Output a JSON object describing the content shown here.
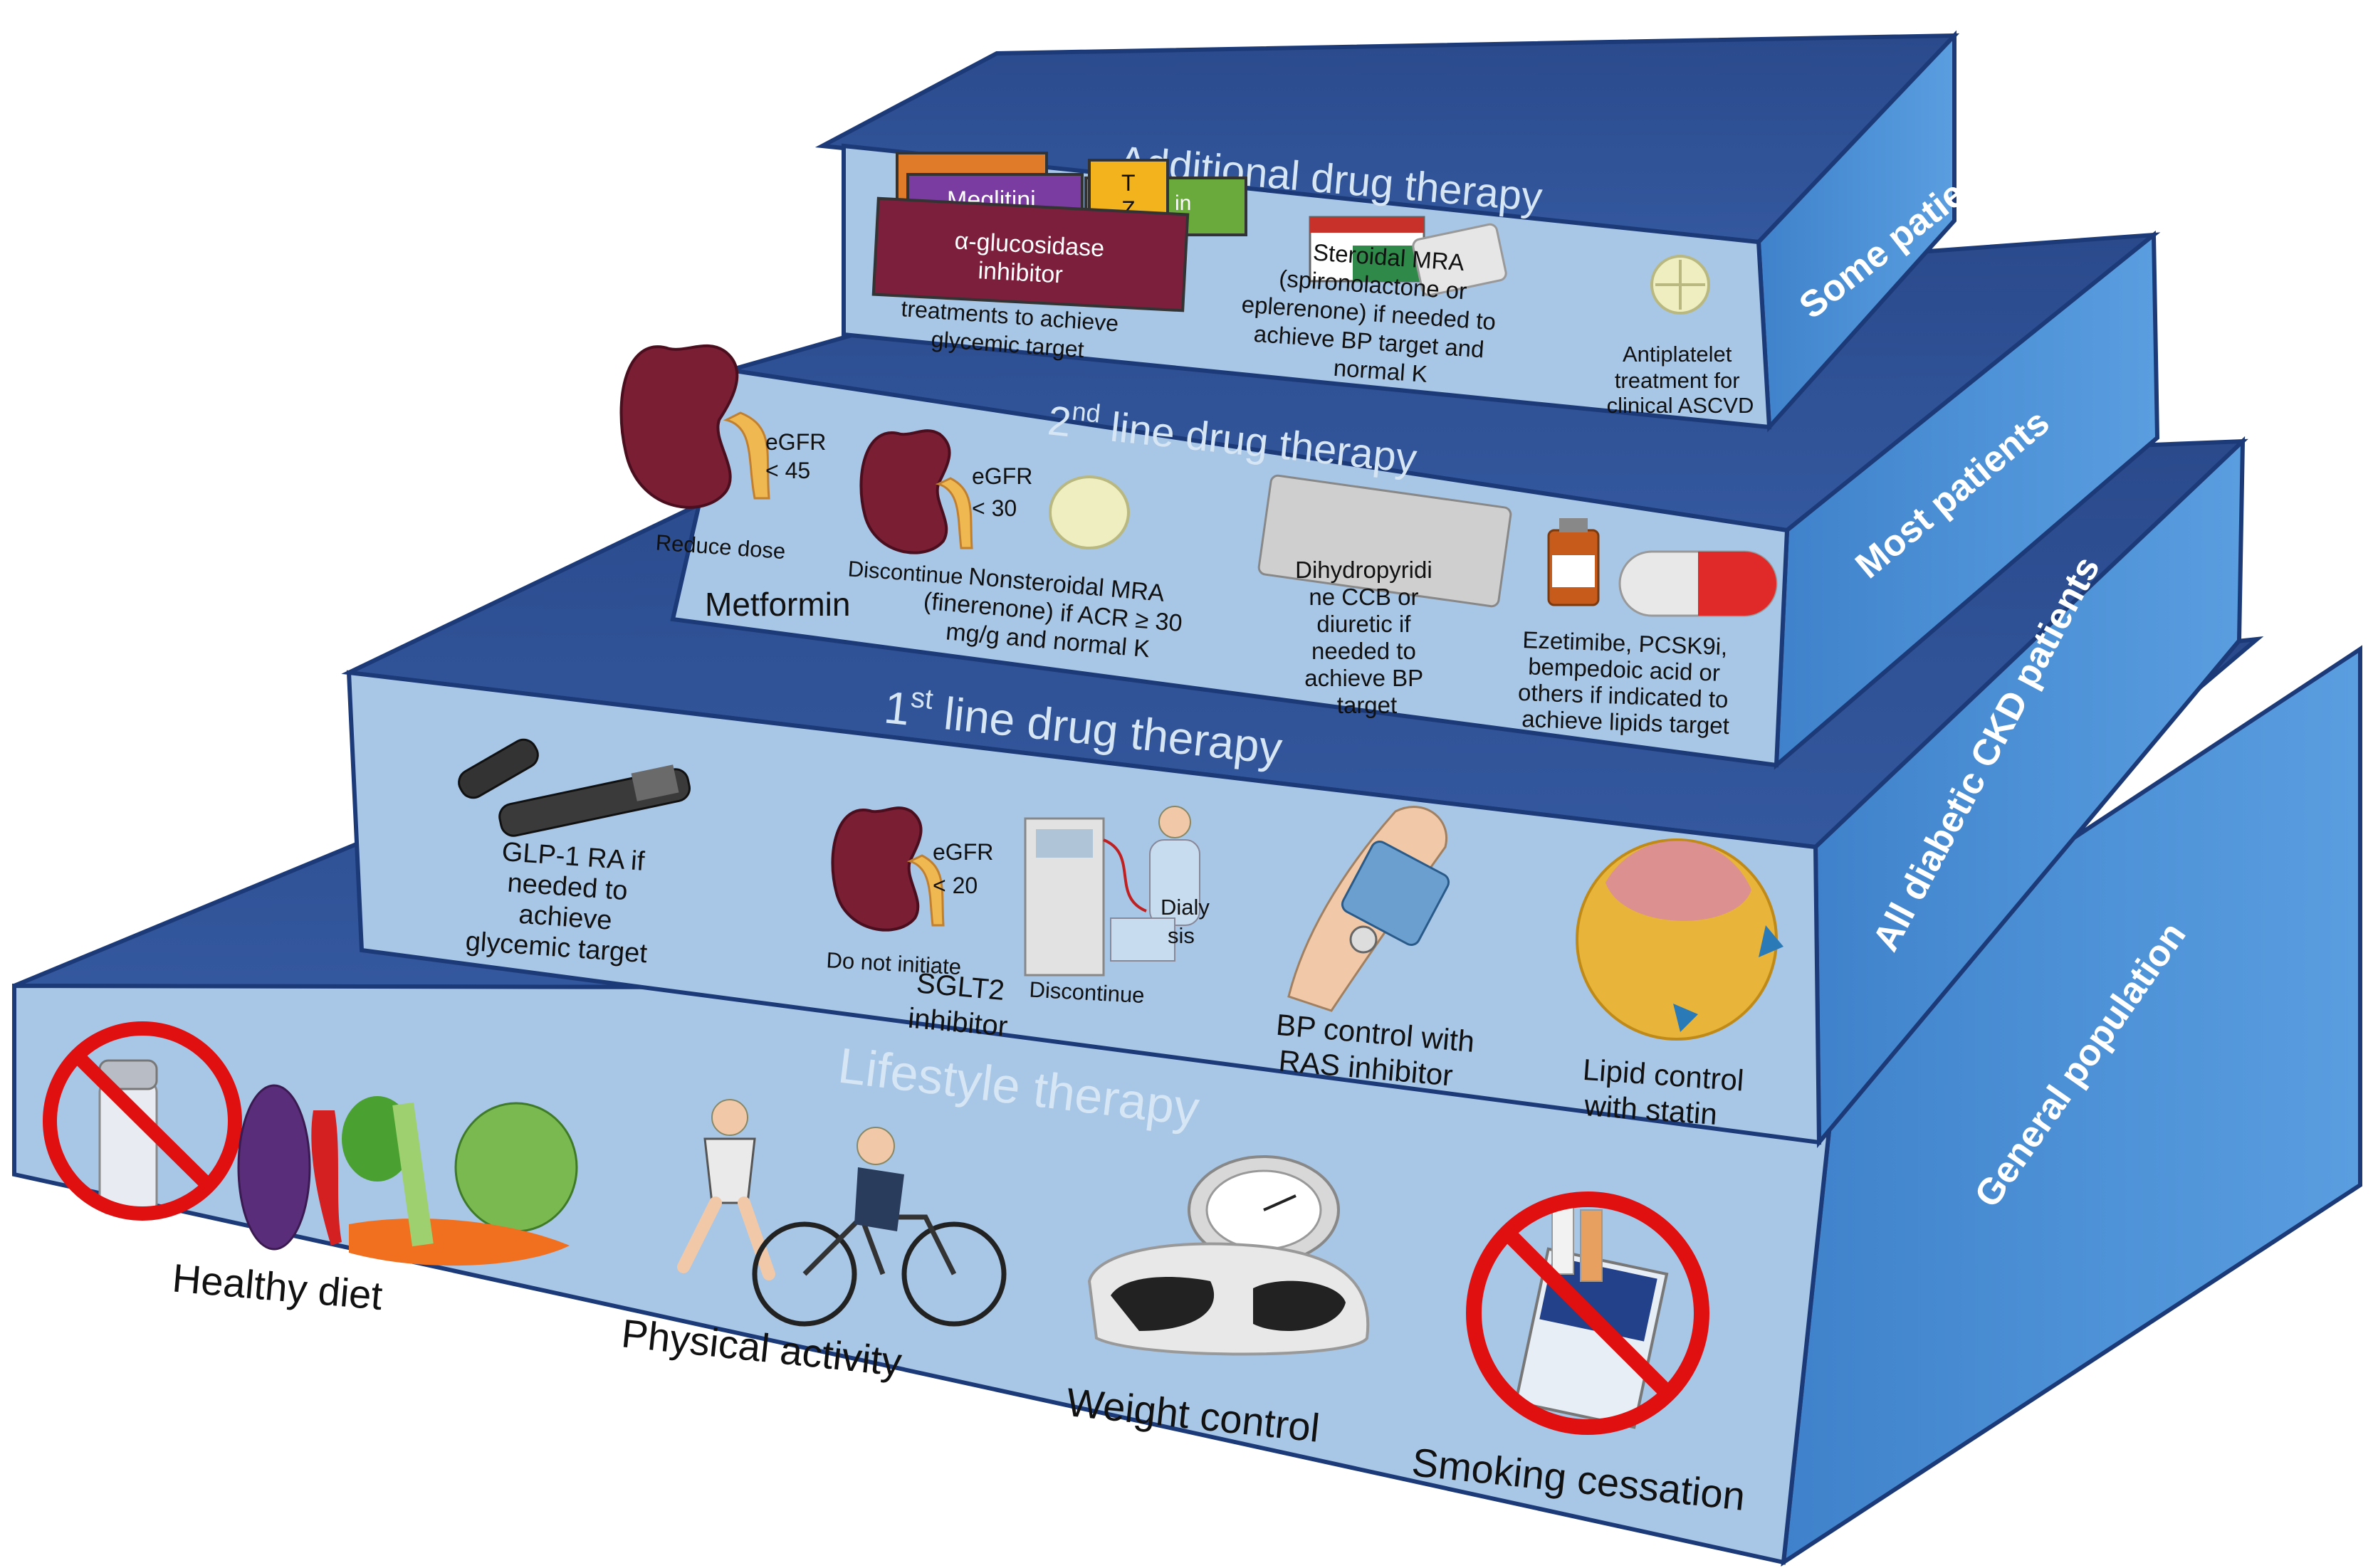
{
  "colors": {
    "top_face": "#2d4e92",
    "front_face": "#a8c6e6",
    "side_face": "#4d8fd4",
    "edge": "#1c3a78",
    "kidney": "#7a1e34",
    "ban_red": "#e01010"
  },
  "tiers": {
    "additional": {
      "title": "Additional drug therapy",
      "side_label": "Some patients",
      "boxes": {
        "meglitinide": "Meglitini",
        "tzd_line1": "T",
        "tzd_line2": "Z",
        "green_box": "in",
        "agi_line1": "α-glucosidase",
        "agi_line2": "inhibitor"
      },
      "glycemic_caption": [
        "treatments to achieve",
        "glycemic target"
      ],
      "steroidal_mra": [
        "Steroidal MRA",
        "(spironolactone or",
        "eplerenone) if needed to",
        "achieve BP target and",
        "normal K"
      ],
      "antiplatelet": [
        "Antiplatelet",
        "treatment for",
        "clinical ASCVD"
      ],
      "icons": [
        "drug-box-icon",
        "pill-icon"
      ]
    },
    "second": {
      "title_main": "2",
      "title_sup": "nd",
      "title_rest": " line drug therapy",
      "side_label": "Most patients",
      "metformin_egfr1": [
        "eGFR",
        "< 45"
      ],
      "metformin_reduce": "Reduce dose",
      "metformin_egfr2": [
        "eGFR",
        "< 30"
      ],
      "metformin_discontinue": "Discontinue",
      "metformin_label": "Metformin",
      "nonsteroidal_mra": [
        "Nonsteroidal MRA",
        "(finerenone) if ACR ≥ 30",
        "mg/g and normal K"
      ],
      "ccb": [
        "Dihydropyridi",
        "ne CCB or",
        "diuretic if",
        "needed to",
        "achieve BP",
        "target"
      ],
      "lipid_addon": [
        "Ezetimibe, PCSK9i,",
        "bempedoic acid  or",
        "others if indicated to",
        "achieve lipids target"
      ]
    },
    "first": {
      "title_main": "1",
      "title_sup": "st",
      "title_rest": " line drug therapy",
      "side_label": "All diabetic CKD patients",
      "glp1": [
        "GLP-1 RA if",
        "needed to",
        "achieve",
        "glycemic target"
      ],
      "sglt2_egfr": [
        "eGFR",
        "< 20"
      ],
      "sglt2_do_not_initiate": "Do not initiate",
      "dialysis": [
        "Dialy",
        "sis"
      ],
      "sglt2_discontinue": "Discontinue",
      "sglt2_label": [
        "SGLT2",
        "inhibitor"
      ],
      "bp_control": [
        "BP control with",
        "RAS inhibitor"
      ],
      "lipid_control": [
        "Lipid control",
        "with statin"
      ]
    },
    "lifestyle": {
      "title": "Lifestyle therapy",
      "side_label": "General population",
      "healthy_diet": "Healthy diet",
      "physical_activity": "Physical activity",
      "weight_control": "Weight control",
      "smoking_cessation": "Smoking cessation"
    }
  }
}
